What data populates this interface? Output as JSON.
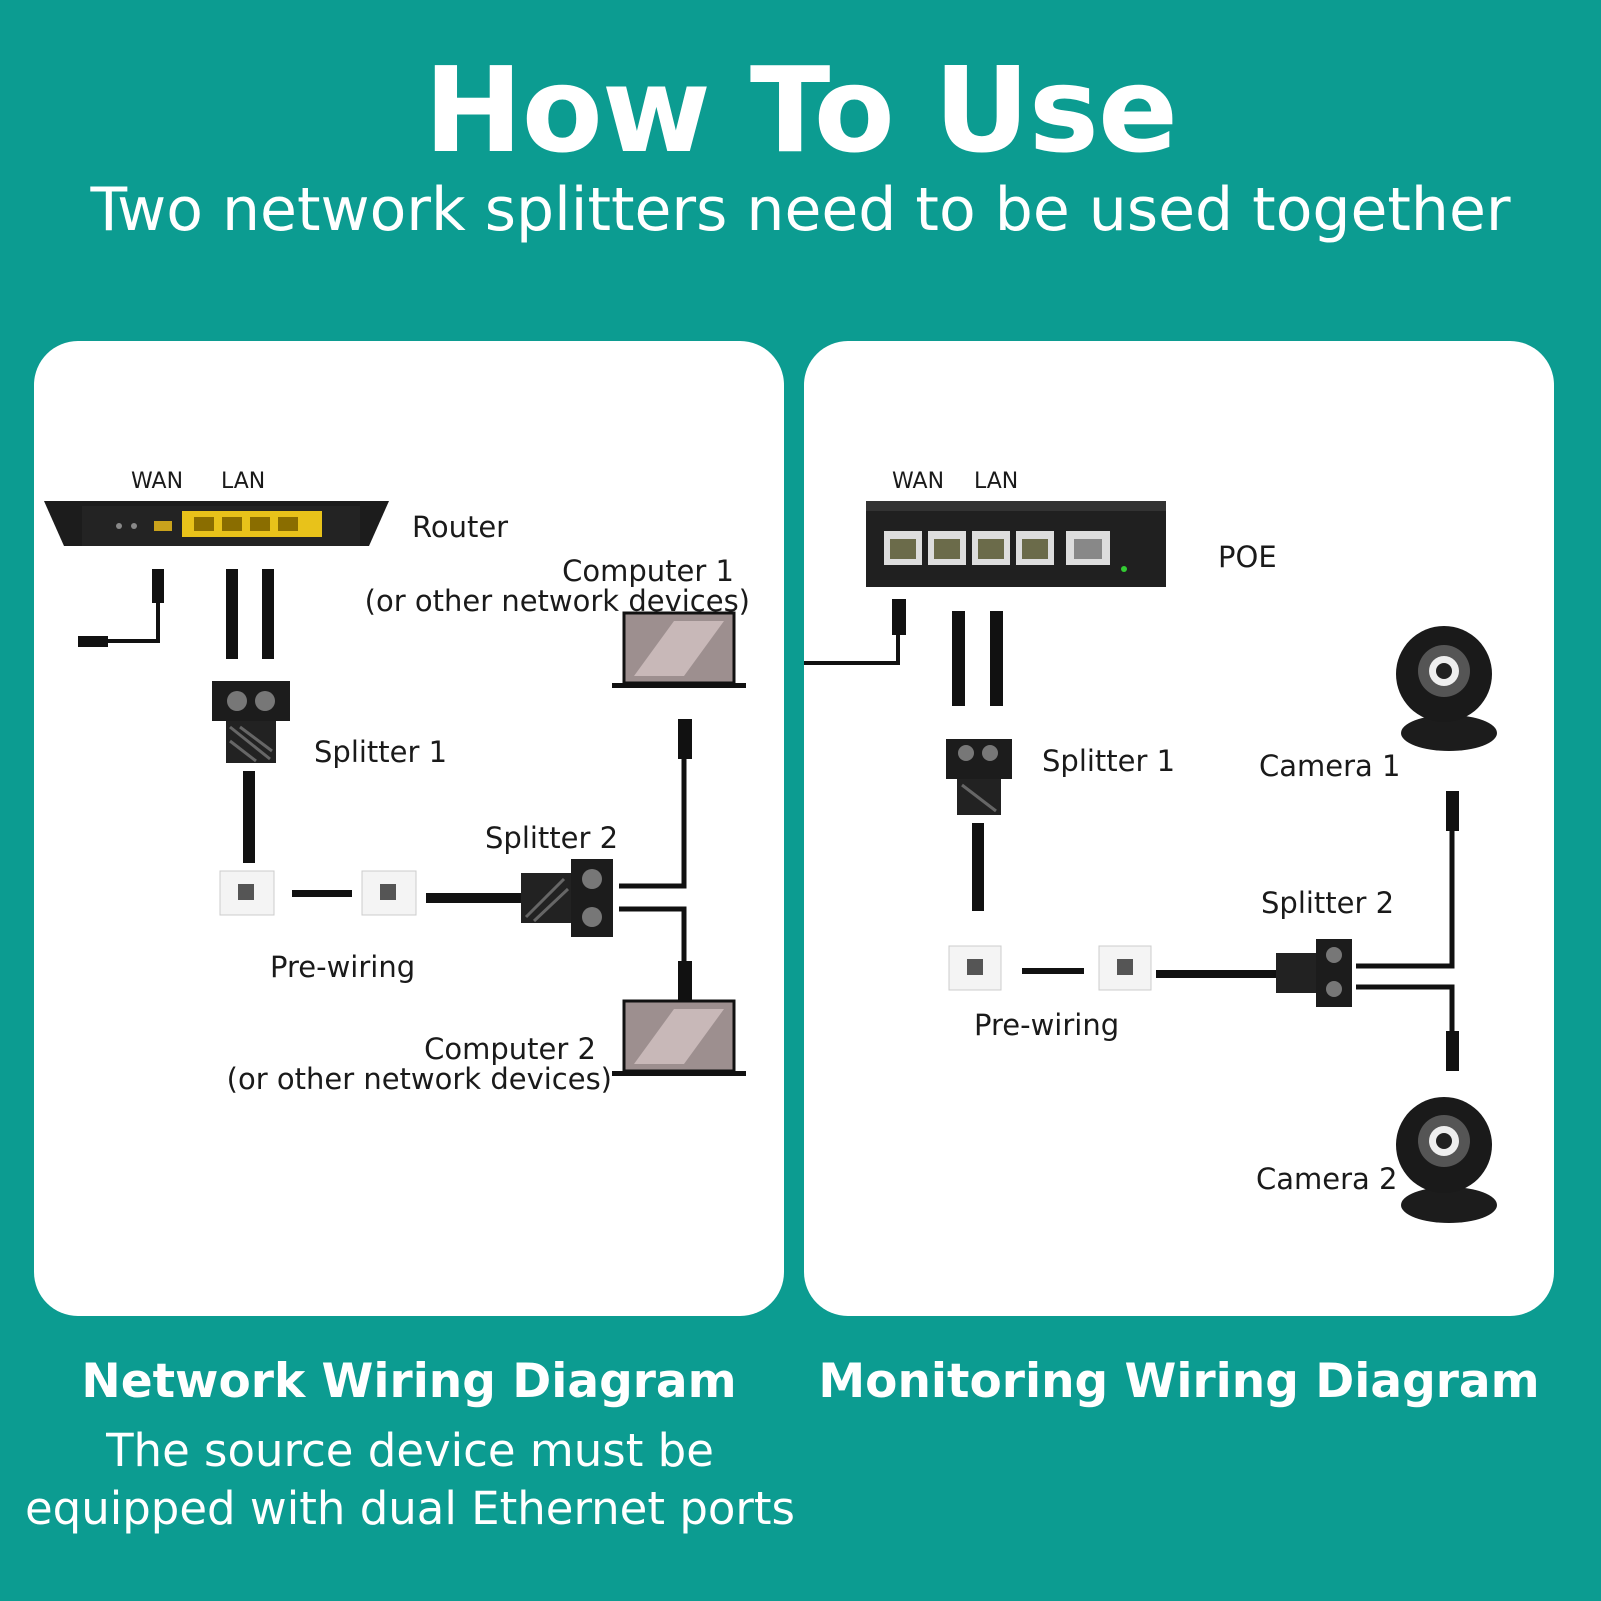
{
  "header": {
    "title": "How To Use",
    "subtitle": "Two network splitters need to be used together"
  },
  "network_diagram": {
    "wan": "WAN",
    "lan": "LAN",
    "router": "Router",
    "computer1": "Computer 1",
    "computer1_note": "(or other network devices)",
    "splitter1": "Splitter 1",
    "splitter2": "Splitter 2",
    "pre_wiring": "Pre-wiring",
    "computer2": "Computer 2",
    "computer2_note": "(or other network devices)",
    "caption": "Network Wiring Diagram",
    "description_line1": "The source device must be",
    "description_line2": "equipped with dual Ethernet ports"
  },
  "monitoring_diagram": {
    "wan": "WAN",
    "lan": "LAN",
    "poe": "POE",
    "splitter1": "Splitter 1",
    "camera1": "Camera 1",
    "splitter2": "Splitter 2",
    "pre_wiring": "Pre-wiring",
    "camera2": "Camera 2",
    "caption": "Monitoring Wiring Diagram"
  },
  "colors": {
    "background": "#0c9c91",
    "panel": "#ffffff",
    "port_yellow": "#e8c21a",
    "device_dark": "#1c1c1c"
  },
  "icons": [
    "router-icon",
    "poe-switch-icon",
    "laptop-icon",
    "splitter-icon",
    "wall-socket-icon",
    "camera-icon",
    "ethernet-cable-icon"
  ]
}
